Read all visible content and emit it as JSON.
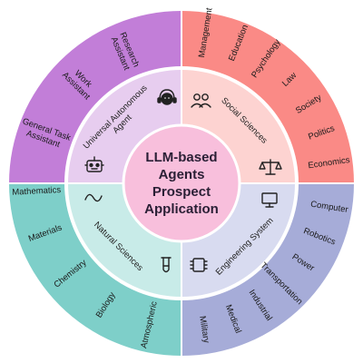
{
  "center": {
    "lines": [
      "LLM-based",
      "Agents",
      "Prospect",
      "Application"
    ],
    "color": "#f8bfdc"
  },
  "quadrants": [
    {
      "key": "social",
      "label": "Social Sciences",
      "icon": "people-icon",
      "outer_color": "#fa8a86",
      "inner_color": "#fdd3d1",
      "items": [
        "Management",
        "Education",
        "Psychology",
        "Law",
        "Society",
        "Politics",
        "Economics"
      ]
    },
    {
      "key": "engineering",
      "label": "Engineering System",
      "icon": "monitor-icon",
      "outer_color": "#a6acd8",
      "inner_color": "#d8dbf0",
      "items": [
        "Computer",
        "Robotics",
        "Power",
        "Transportation",
        "Industrial",
        "Medical",
        "Military"
      ]
    },
    {
      "key": "natural",
      "label": "Natural Sciences",
      "icon": "wave-icon",
      "outer_color": "#7ecfc9",
      "inner_color": "#c8ebe8",
      "items": [
        "Atmospheric",
        "Biology",
        "Chemistry",
        "Materials",
        "Mathematics"
      ]
    },
    {
      "key": "universal",
      "label": "Universal Autonomous Agent",
      "label_lines": [
        "Universal Autonomous",
        "Agent"
      ],
      "icon": "robot-icon",
      "outer_color": "#c27ed8",
      "inner_color": "#e7cdef",
      "items": [
        "General Task Assistant",
        "Work Assistant",
        "Research Assistant"
      ]
    }
  ],
  "divider_color": "#ffffff"
}
